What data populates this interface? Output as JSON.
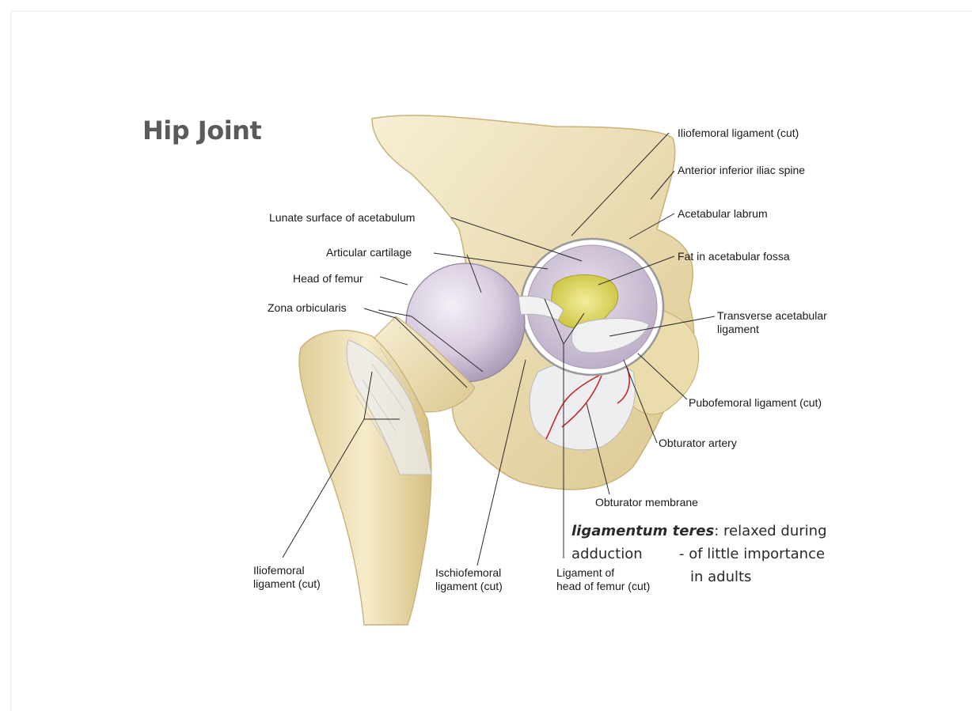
{
  "title": "Hip Joint",
  "labels": {
    "iliofemoral_cut_top": "Iliofemoral ligament (cut)",
    "anterior_inferior_iliac_spine": "Anterior inferior iliac spine",
    "acetabular_labrum": "Acetabular labrum",
    "fat_in_acetabular_fossa": "Fat in acetabular fossa",
    "transverse_acetabular_1": "Transverse acetabular",
    "transverse_acetabular_2": "ligament",
    "pubofemoral_ligament": "Pubofemoral ligament (cut)",
    "obturator_artery": "Obturator artery",
    "obturator_membrane": "Obturator membrane",
    "lunate_surface": "Lunate surface of acetabulum",
    "articular_cartilage": "Articular cartilage",
    "head_of_femur": "Head of femur",
    "zona_orbicularis": "Zona orbicularis",
    "iliofemoral_bottom_1": "Iliofemoral",
    "iliofemoral_bottom_2": "ligament (cut)",
    "ischiofemoral_1": "Ischiofemoral",
    "ischiofemoral_2": "ligament (cut)",
    "lig_head_femur_1": "Ligament of",
    "lig_head_femur_2": "head of femur (cut)"
  },
  "note": {
    "term": "ligamentum teres",
    "line1_rest": ": relaxed during",
    "line2_a": "adduction",
    "line2_b": "- of little importance",
    "line3": "in adults"
  },
  "colors": {
    "bone": "#efe3bf",
    "bone_shade": "#d8c48f",
    "cartilage": "#d9cde0",
    "fat": "#e3df6a",
    "artery": "#c0282a",
    "title": "#5a5a5a"
  }
}
